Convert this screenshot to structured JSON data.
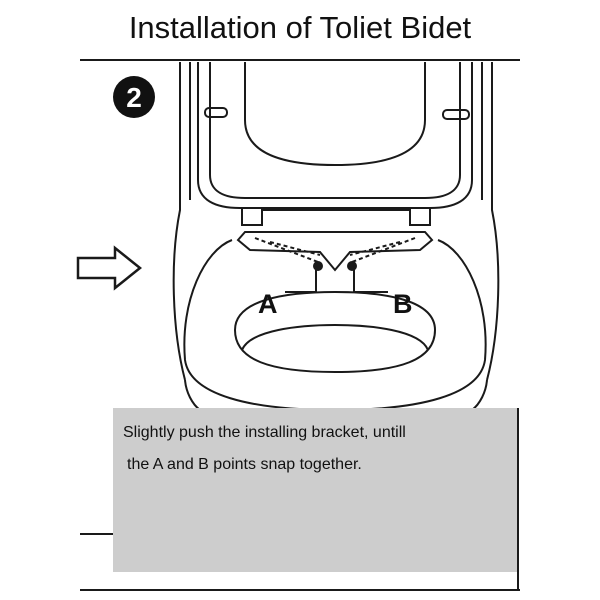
{
  "title": "Installation of Toliet Bidet",
  "step_number": "2",
  "labels": {
    "a": "A",
    "b": "B"
  },
  "caption": {
    "line1": "Slightly push the installing bracket, untill",
    "line2": "the A and B points snap together."
  },
  "icons": {
    "step": "step-2-badge",
    "arrow": "push-direction-arrow"
  },
  "colors": {
    "line": "#1a1a1a",
    "caption_bg": "#cdcdcd",
    "background": "#ffffff"
  }
}
